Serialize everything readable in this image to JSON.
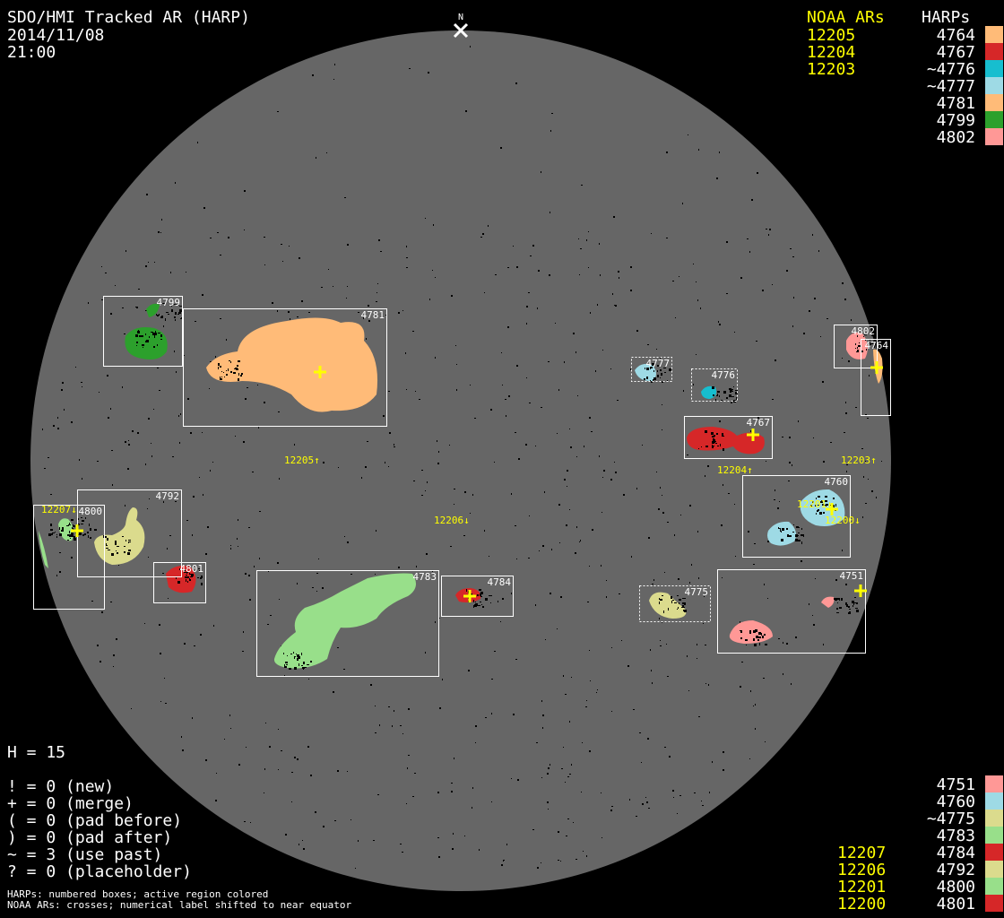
{
  "header": {
    "title": "SDO/HMI Tracked AR (HARP)",
    "date": "2014/11/08",
    "time": "21:00",
    "north_label": "N"
  },
  "legend_top": {
    "noaa_header": "NOAA ARs",
    "harp_header": "HARPs",
    "noaa": [
      "12205",
      "12204",
      "12203"
    ],
    "harps": [
      {
        "label": "4764",
        "color": "#ffbb78"
      },
      {
        "label": "4767",
        "color": "#d62728"
      },
      {
        "label": "~4776",
        "color": "#17becf"
      },
      {
        "label": "~4777",
        "color": "#9edae5"
      },
      {
        "label": "4781",
        "color": "#ffbb78"
      },
      {
        "label": "4799",
        "color": "#2ca02c"
      },
      {
        "label": "4802",
        "color": "#ff9896"
      }
    ]
  },
  "legend_bottom": {
    "harps": [
      {
        "label": "4751",
        "color": "#ff9896",
        "noaa": ""
      },
      {
        "label": "4760",
        "color": "#9edae5",
        "noaa": ""
      },
      {
        "label": "~4775",
        "color": "#dbdb8d",
        "noaa": ""
      },
      {
        "label": "4783",
        "color": "#98df8a",
        "noaa": ""
      },
      {
        "label": "4784",
        "color": "#d62728",
        "noaa": "12207"
      },
      {
        "label": "4792",
        "color": "#dbdb8d",
        "noaa": "12206"
      },
      {
        "label": "4800",
        "color": "#98df8a",
        "noaa": "12201"
      },
      {
        "label": "4801",
        "color": "#d62728",
        "noaa": "12200"
      }
    ]
  },
  "stats": {
    "h_count": "H = 15",
    "lines": [
      "! = 0 (new)",
      "+ = 0 (merge)",
      "( = 0 (pad before)",
      ") = 0 (pad after)",
      "~ = 3 (use past)",
      "? = 0 (placeholder)"
    ]
  },
  "footnote": [
    "HARPs: numbered boxes; active region colored",
    "NOAA ARs: crosses; numerical label shifted to near equator"
  ],
  "disk": {
    "harp_boxes": [
      "4799",
      "4781",
      "4777",
      "4776",
      "4802",
      "4764",
      "4767",
      "4760",
      "4792",
      "4800",
      "4801",
      "4783",
      "4784",
      "4775",
      "4751"
    ],
    "noaa_labels": [
      "12205↑",
      "12204↑",
      "12203↑",
      "12206↓",
      "12207↓",
      "12201↓",
      "12200↓"
    ]
  }
}
